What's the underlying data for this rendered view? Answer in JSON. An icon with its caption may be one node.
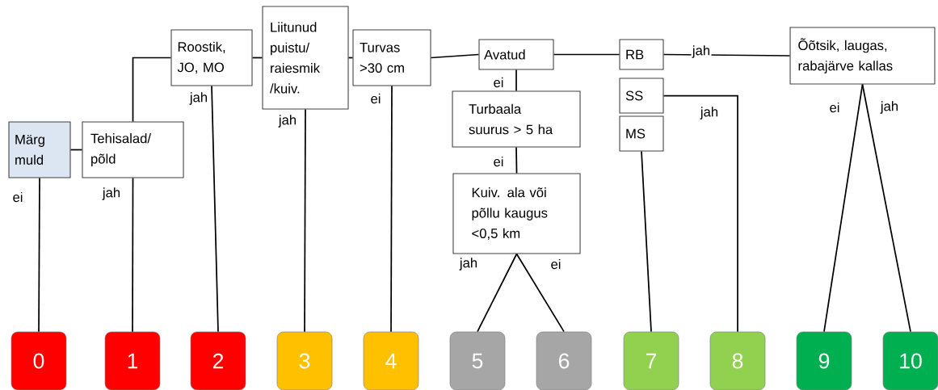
{
  "diagram": {
    "nodes": [
      {
        "text": [
          "Märg muld"
        ]
      },
      {
        "text": [
          "Tehisalad/ põld"
        ]
      },
      {
        "text": [
          "Roostik, JO, MO"
        ]
      },
      {
        "text": [
          "Liitunud puistu/ raiesmik /kuiv."
        ]
      },
      {
        "text": [
          "Turvas >30 cm"
        ]
      },
      {
        "text": [
          "Avatud"
        ]
      },
      {
        "text": [
          "Turbaala suurus > 5 ha"
        ]
      },
      {
        "text": [
          "Kuiv. ala või põllu kaugus <0,5 km"
        ]
      },
      {
        "text": [
          "RB"
        ]
      },
      {
        "text": [
          "SS"
        ]
      },
      {
        "text": [
          "MS"
        ]
      },
      {
        "text": [
          "Õõtsik, laugas, rabajärve kallas"
        ]
      },
      {
        "text": [
          "0"
        ]
      },
      {
        "text": [
          "1"
        ]
      },
      {
        "text": [
          "2"
        ]
      },
      {
        "text": [
          "3"
        ]
      },
      {
        "text": [
          "4"
        ]
      },
      {
        "text": [
          "5"
        ]
      },
      {
        "text": [
          "6"
        ]
      },
      {
        "text": [
          "7"
        ]
      },
      {
        "text": [
          "8"
        ]
      },
      {
        "text": [
          "9"
        ]
      },
      {
        "text": [
          "10"
        ]
      }
    ],
    "edges": [
      {
        "from": 0,
        "to": 1,
        "arrow": "none"
      },
      {
        "from": 1,
        "to": 2,
        "arrow": "none"
      },
      {
        "from": 2,
        "to": 3,
        "arrow": "none"
      },
      {
        "from": 3,
        "to": 4,
        "arrow": "none"
      },
      {
        "from": 4,
        "to": 5,
        "arrow": "none"
      },
      {
        "from": 5,
        "to": 8,
        "arrow": "none"
      },
      {
        "from": 8,
        "to": 11,
        "arrow": "none",
        "label": "jah"
      },
      {
        "from": 5,
        "to": 6,
        "arrow": "none",
        "label": "ei"
      },
      {
        "from": 6,
        "to": 7,
        "arrow": "none",
        "label": "ei"
      },
      {
        "from": 7,
        "to": 17,
        "arrow": "none",
        "label": "jah"
      },
      {
        "from": 7,
        "to": 18,
        "arrow": "none",
        "label": "ei"
      },
      {
        "from": 9,
        "to": 20,
        "arrow": "none",
        "label": "jah"
      },
      {
        "from": 10,
        "to": 19,
        "arrow": "none"
      },
      {
        "from": 11,
        "to": 21,
        "arrow": "none",
        "label": "ei"
      },
      {
        "from": 11,
        "to": 22,
        "arrow": "none",
        "label": "jah"
      },
      {
        "from": 0,
        "to": 12,
        "arrow": "none",
        "label": "ei"
      },
      {
        "from": 1,
        "to": 13,
        "arrow": "none",
        "label": "jah"
      },
      {
        "from": 2,
        "to": 14,
        "arrow": "none",
        "label": "jah"
      },
      {
        "from": 3,
        "to": 15,
        "arrow": "none",
        "label": "jah"
      },
      {
        "from": 4,
        "to": 16,
        "arrow": "none",
        "label": "ei"
      }
    ]
  }
}
